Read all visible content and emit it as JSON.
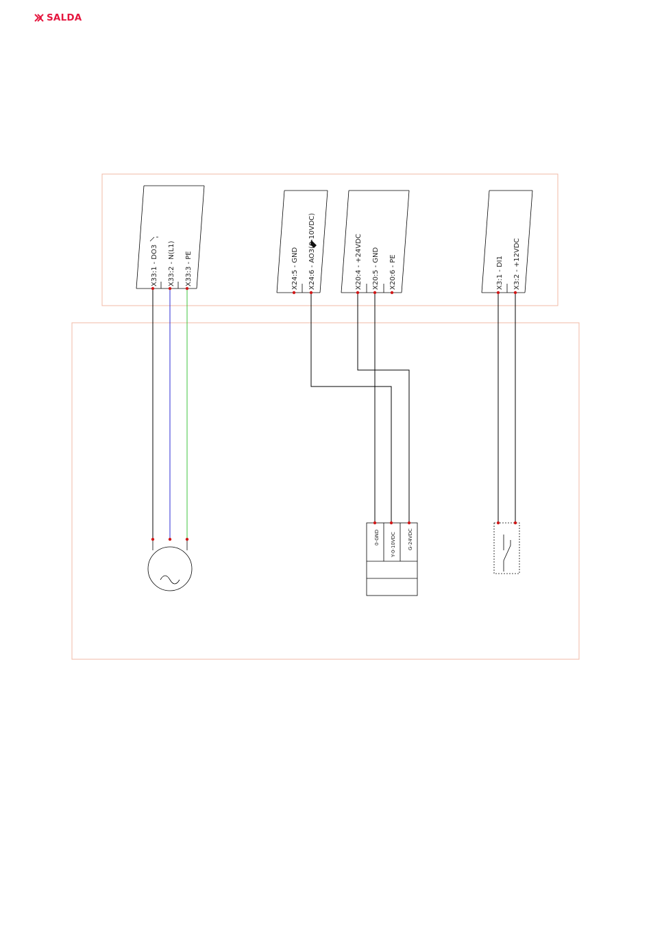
{
  "brand": {
    "name": "SALDA",
    "color": "#e5173f",
    "icon": "salda-logo-icon"
  },
  "colors": {
    "frame": "#f0b8a4",
    "wire": "#000000",
    "wire_blue": "#2b2bd6",
    "wire_green": "#3cc43c",
    "node": "#d01818"
  },
  "terminals": {
    "do3": "X33:1 - DO3",
    "n": "X33:2 - N(L1)",
    "pe": "X33:3 - PE",
    "x24_5": "X24:5 - GND",
    "x24_6": "X24:6 - AO3(0-10VDC)",
    "x20_4": "X20:4 - +24VDC",
    "x20_5": "X20:5 - GND",
    "x20_6": "X20:6 - PE",
    "x3_1": "X3:1 - DI1",
    "x3_2": "X3:2 - +12VDC"
  },
  "actuator": {
    "pin1": "0-GND",
    "pin2": "Y-0-10VDC",
    "pin3": "G-24VDC"
  }
}
